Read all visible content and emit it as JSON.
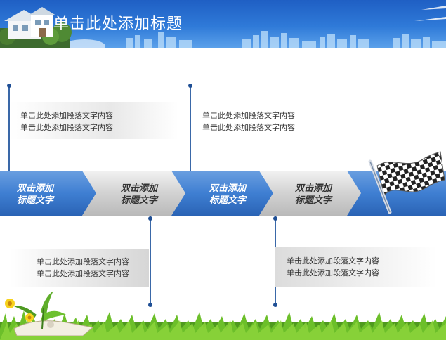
{
  "header": {
    "title": "单击此处添加标题",
    "colors": {
      "sky_top": "#1f5fc4",
      "sky_bottom": "#5aa0ea"
    }
  },
  "timeline": {
    "steps": [
      {
        "line1": "双击添加",
        "line2": "标题文字"
      },
      {
        "line1": "双击添加",
        "line2": "标题文字"
      },
      {
        "line1": "双击添加",
        "line2": "标题文字"
      },
      {
        "line1": "双击添加",
        "line2": "标题文字"
      }
    ],
    "colors": {
      "blue": "#3f7fd2",
      "gray": "#cfcfcf",
      "blue_text": "#ffffff",
      "gray_text": "#333333"
    }
  },
  "notes": [
    {
      "line1": "单击此处添加段落文字内容",
      "line2": "单击此处添加段落文字内容"
    },
    {
      "line1": "单击此处添加段落文字内容",
      "line2": "单击此处添加段落文字内容"
    },
    {
      "line1": "单击此处添加段落文字内容",
      "line2": "单击此处添加段落文字内容"
    },
    {
      "line1": "单击此处添加段落文字内容",
      "line2": "单击此处添加段落文字内容"
    }
  ],
  "icons": {
    "house": "house-icon",
    "flag": "checkered-flag-icon",
    "flowers": "flower-icon"
  }
}
